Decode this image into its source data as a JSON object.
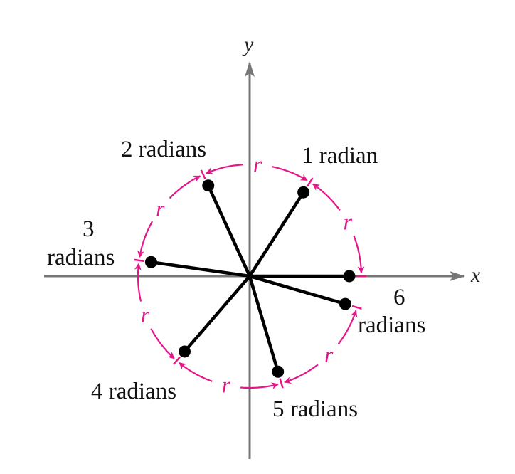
{
  "axes": {
    "x_label": "x",
    "y_label": "y"
  },
  "arc_label": "r",
  "colors": {
    "arc": "#e5168a",
    "axis": "#777777",
    "spoke": "#000000"
  },
  "spokes": [
    {
      "angle_rad": 0,
      "label": ""
    },
    {
      "angle_rad": 1,
      "label": "1 radian"
    },
    {
      "angle_rad": 2,
      "label": "2 radians"
    },
    {
      "angle_rad": 3,
      "label_line1": "3",
      "label_line2": "radians"
    },
    {
      "angle_rad": 4,
      "label": "4 radians"
    },
    {
      "angle_rad": 5,
      "label": "5 radians"
    },
    {
      "angle_rad": 6,
      "label_line1": "6",
      "label_line2": "radians"
    }
  ]
}
